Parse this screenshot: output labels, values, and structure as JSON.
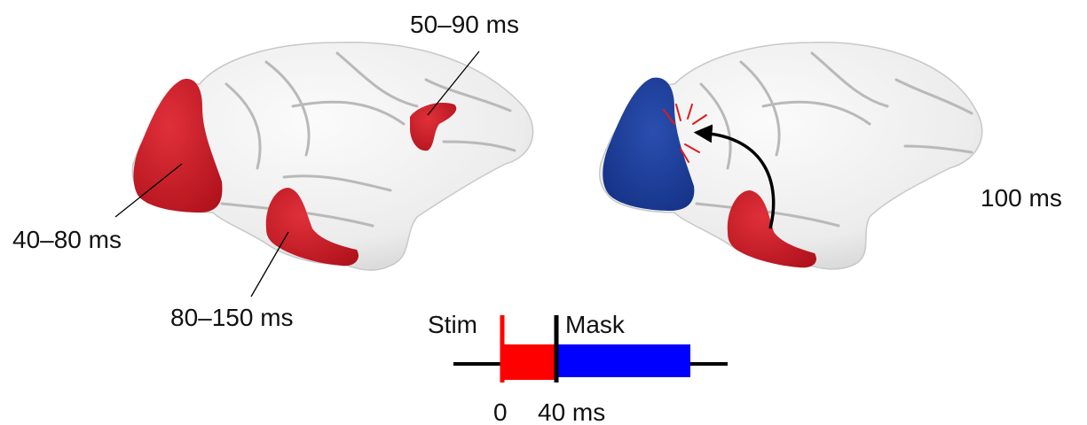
{
  "labels": {
    "v1_latency": "40–80 ms",
    "ips_latency": "50–90 ms",
    "it_latency": "80–150 ms",
    "feedback_time": "100 ms"
  },
  "timeline": {
    "stim_label": "Stim",
    "mask_label": "Mask",
    "tick_zero": "0",
    "tick_forty": "40 ms"
  },
  "colors": {
    "stimulus_red": "#d4202b",
    "mask_blue": "#1f3f9a",
    "bar_red": "#ff0000",
    "bar_blue": "#0000ff",
    "cortex": "#ededed"
  }
}
